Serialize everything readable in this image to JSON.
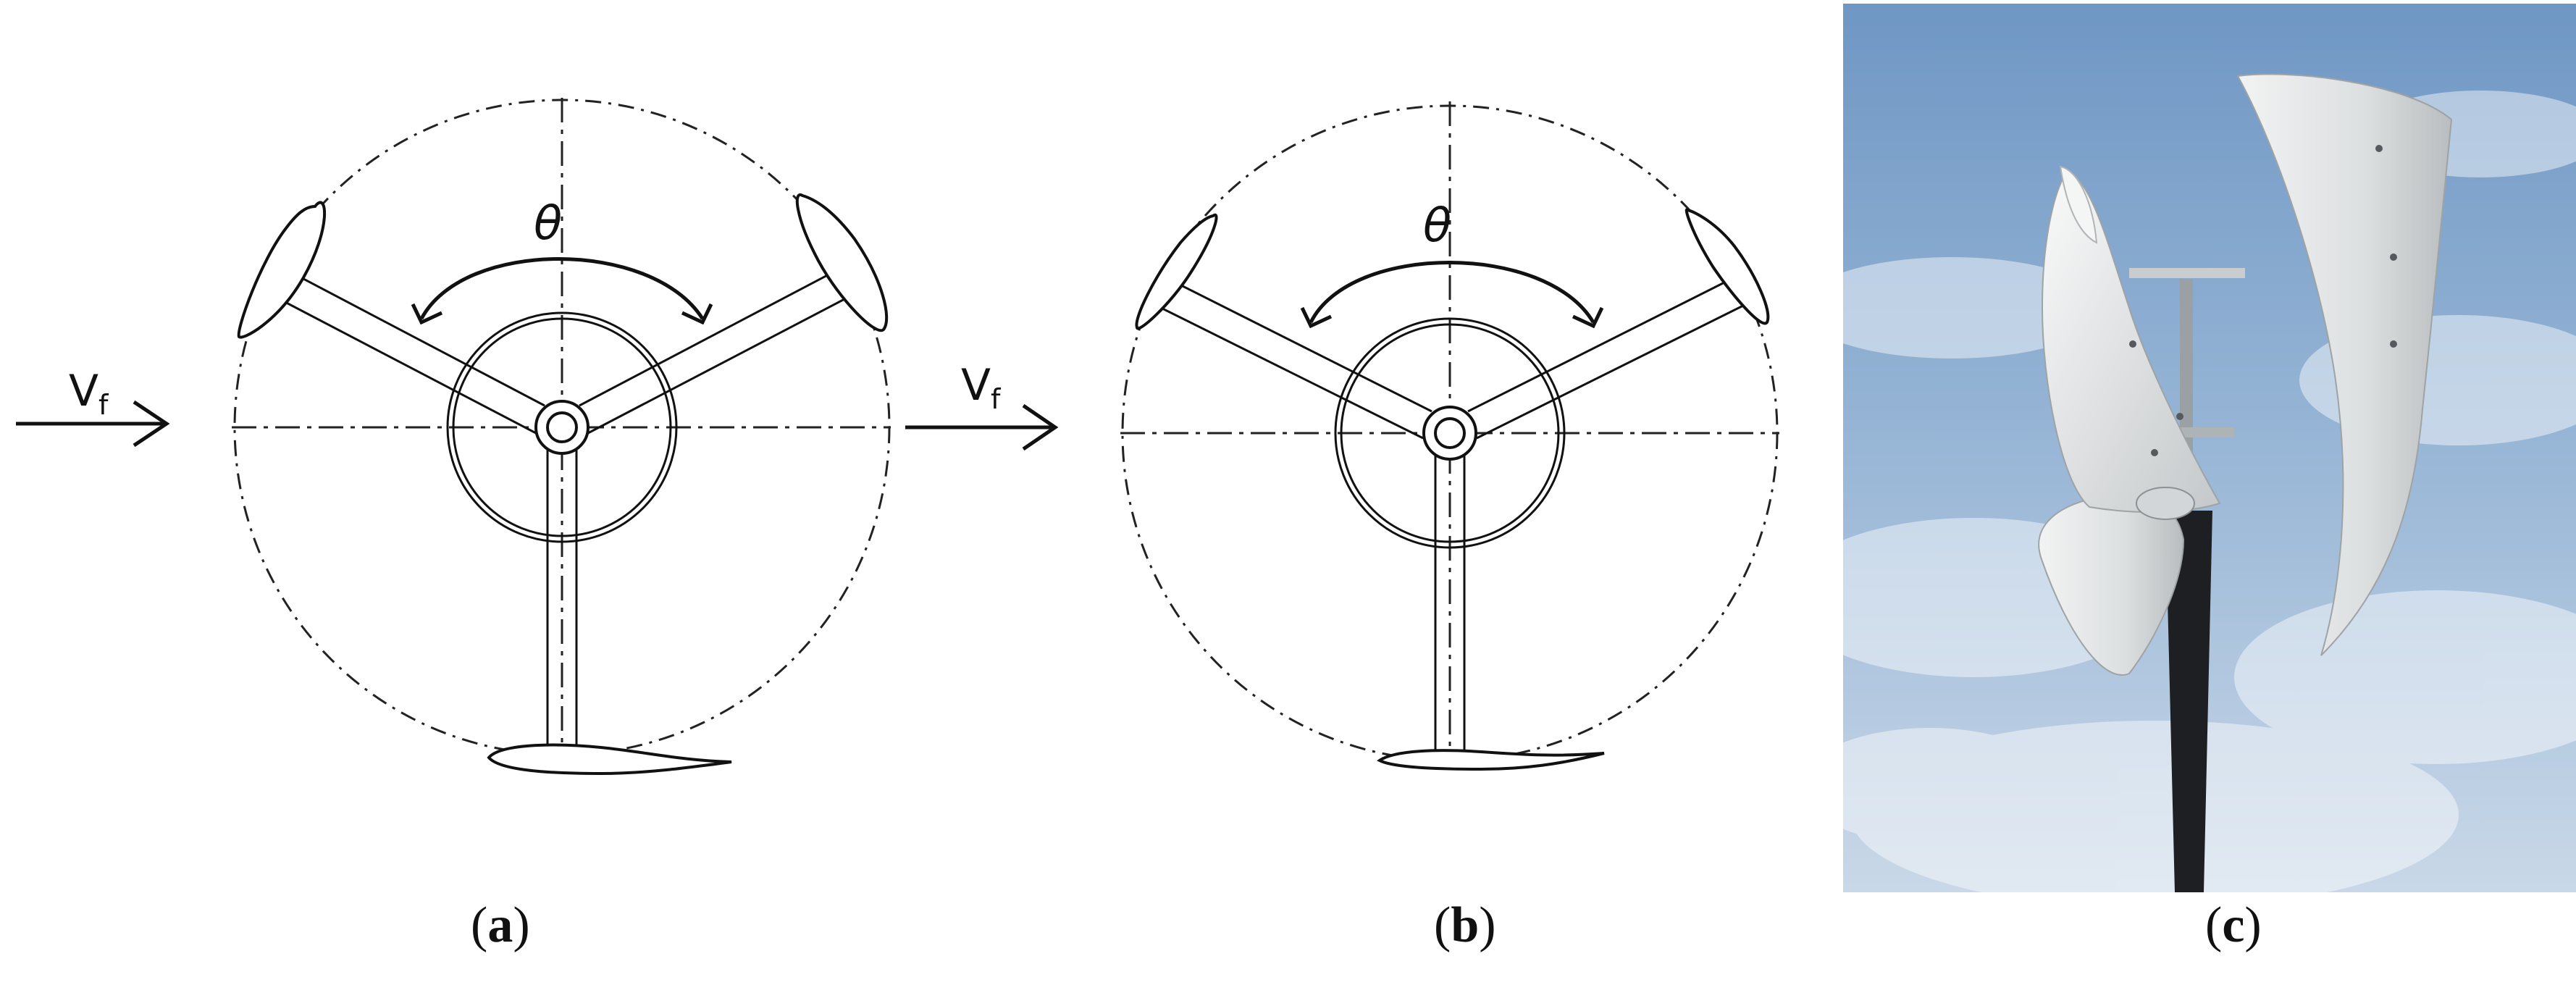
{
  "panels": [
    {
      "id": "a",
      "caption_letter": "a",
      "angle_label": "θ",
      "wind_label_main": "V",
      "wind_label_sub": "f"
    },
    {
      "id": "b",
      "caption_letter": "b",
      "angle_label": "θ",
      "wind_label_main": "V",
      "wind_label_sub": "f"
    },
    {
      "id": "c",
      "caption_letter": "c"
    }
  ],
  "colors": {
    "line": "#111111",
    "sky_top": "#6f97c4",
    "sky_bottom": "#c9d8e8",
    "blade": "#e4e6e7",
    "pole": "#1e1f22"
  }
}
